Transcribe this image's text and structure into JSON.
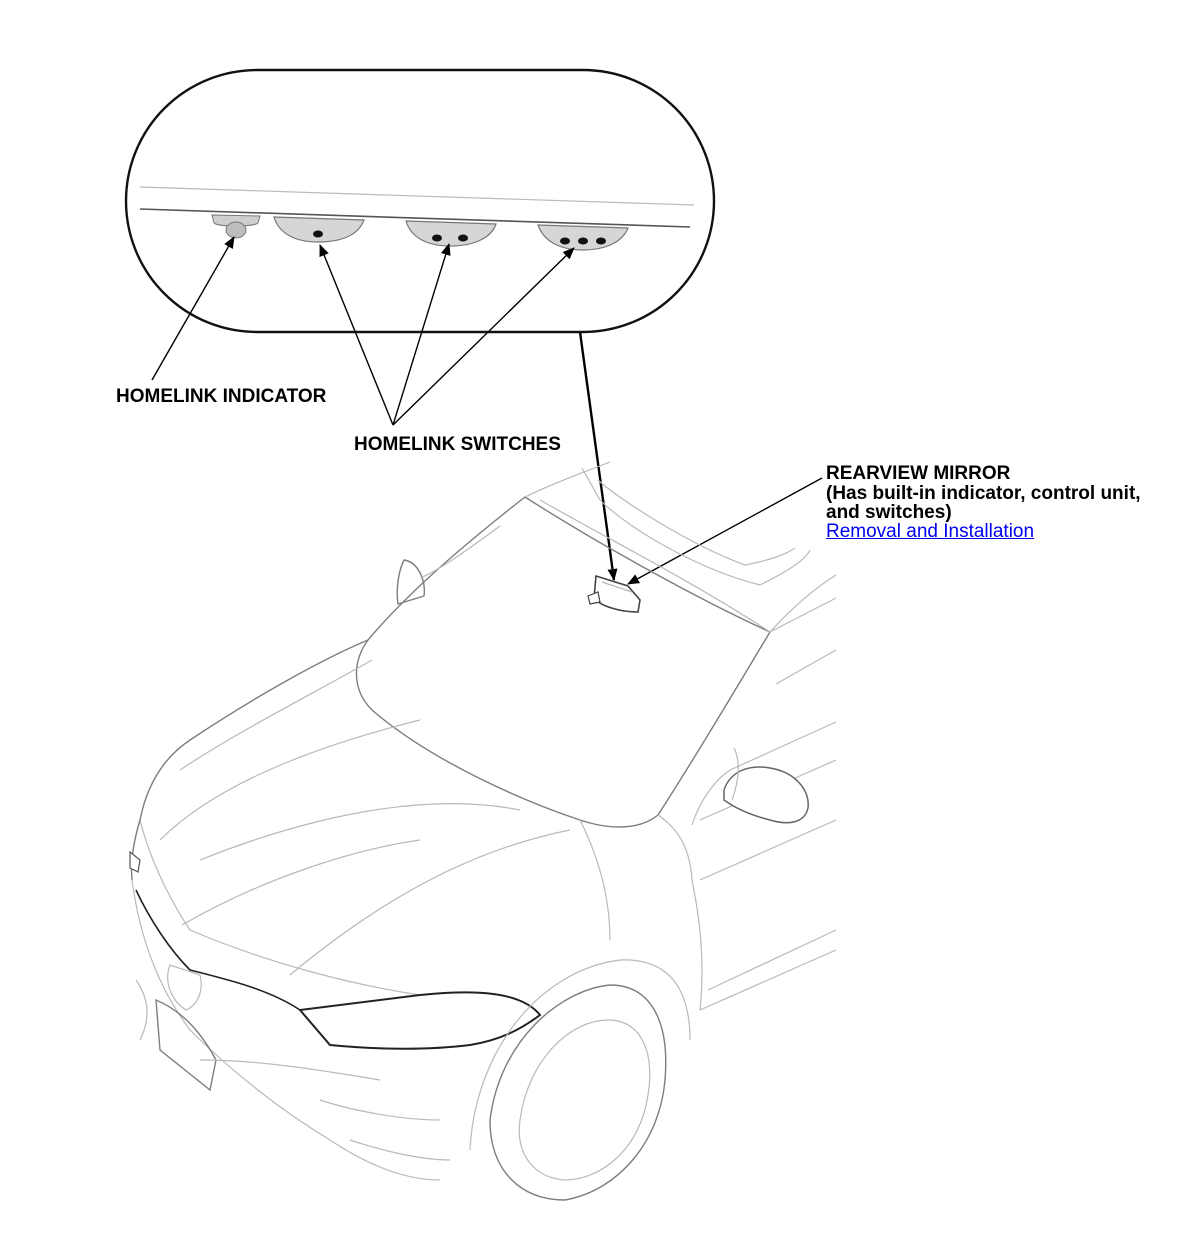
{
  "labels": {
    "homelink_indicator": "HOMELINK INDICATOR",
    "homelink_switches": "HOMELINK SWITCHES",
    "rearview_mirror_title": "REARVIEW MIRROR",
    "rearview_mirror_desc_line1": "(Has built-in indicator, control unit,",
    "rearview_mirror_desc_line2": "and switches)",
    "removal_link": "Removal and Installation"
  },
  "colors": {
    "link": "#0000ee",
    "line_art": "#b9b9b9",
    "switch_fill": "#d6d6d6"
  }
}
